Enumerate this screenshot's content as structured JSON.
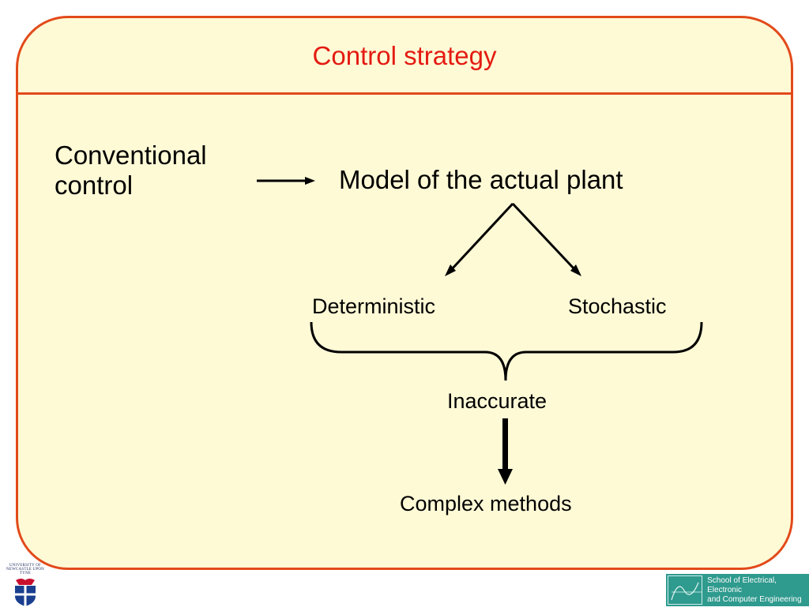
{
  "slide": {
    "title": "Control strategy",
    "colors": {
      "border": "#e24a1a",
      "title": "#e31b12",
      "background": "#fffad6"
    }
  },
  "diagram": {
    "conventional_line1": "Conventional",
    "conventional_line2": "control",
    "model": "Model of the actual plant",
    "deterministic": "Deterministic",
    "stochastic": "Stochastic",
    "inaccurate": "Inaccurate",
    "complex": "Complex methods"
  },
  "logos": {
    "left_line1": "UNIVERSITY OF",
    "left_line2": "NEWCASTLE UPON TYNE",
    "right_line1": "School of Electrical, Electronic",
    "right_line2": "and Computer Engineering"
  }
}
